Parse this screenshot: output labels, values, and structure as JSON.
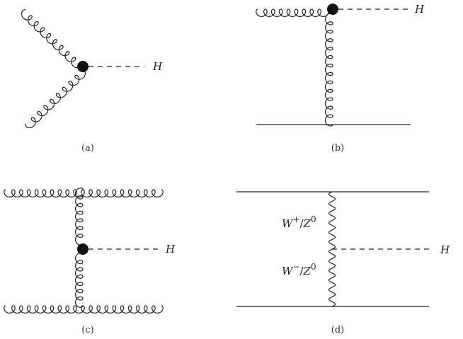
{
  "diagrams": {
    "a": {
      "caption": "(a)",
      "higgs_label": "H"
    },
    "b": {
      "caption": "(b)",
      "higgs_label": "H"
    },
    "c": {
      "caption": "(c)",
      "higgs_label": "H"
    },
    "d": {
      "caption": "(d)",
      "higgs_label": "H",
      "upper_boson_label": {
        "base": "W",
        "sup": "+",
        "sep": "/",
        "base2": "Z",
        "sup2": "0"
      },
      "lower_boson_label": {
        "base": "W",
        "sup": "−",
        "sep": "/",
        "base2": "Z",
        "sup2": "0"
      }
    }
  },
  "colors": {
    "line": "#222222",
    "vertex": "#111111",
    "background": "#ffffff"
  }
}
